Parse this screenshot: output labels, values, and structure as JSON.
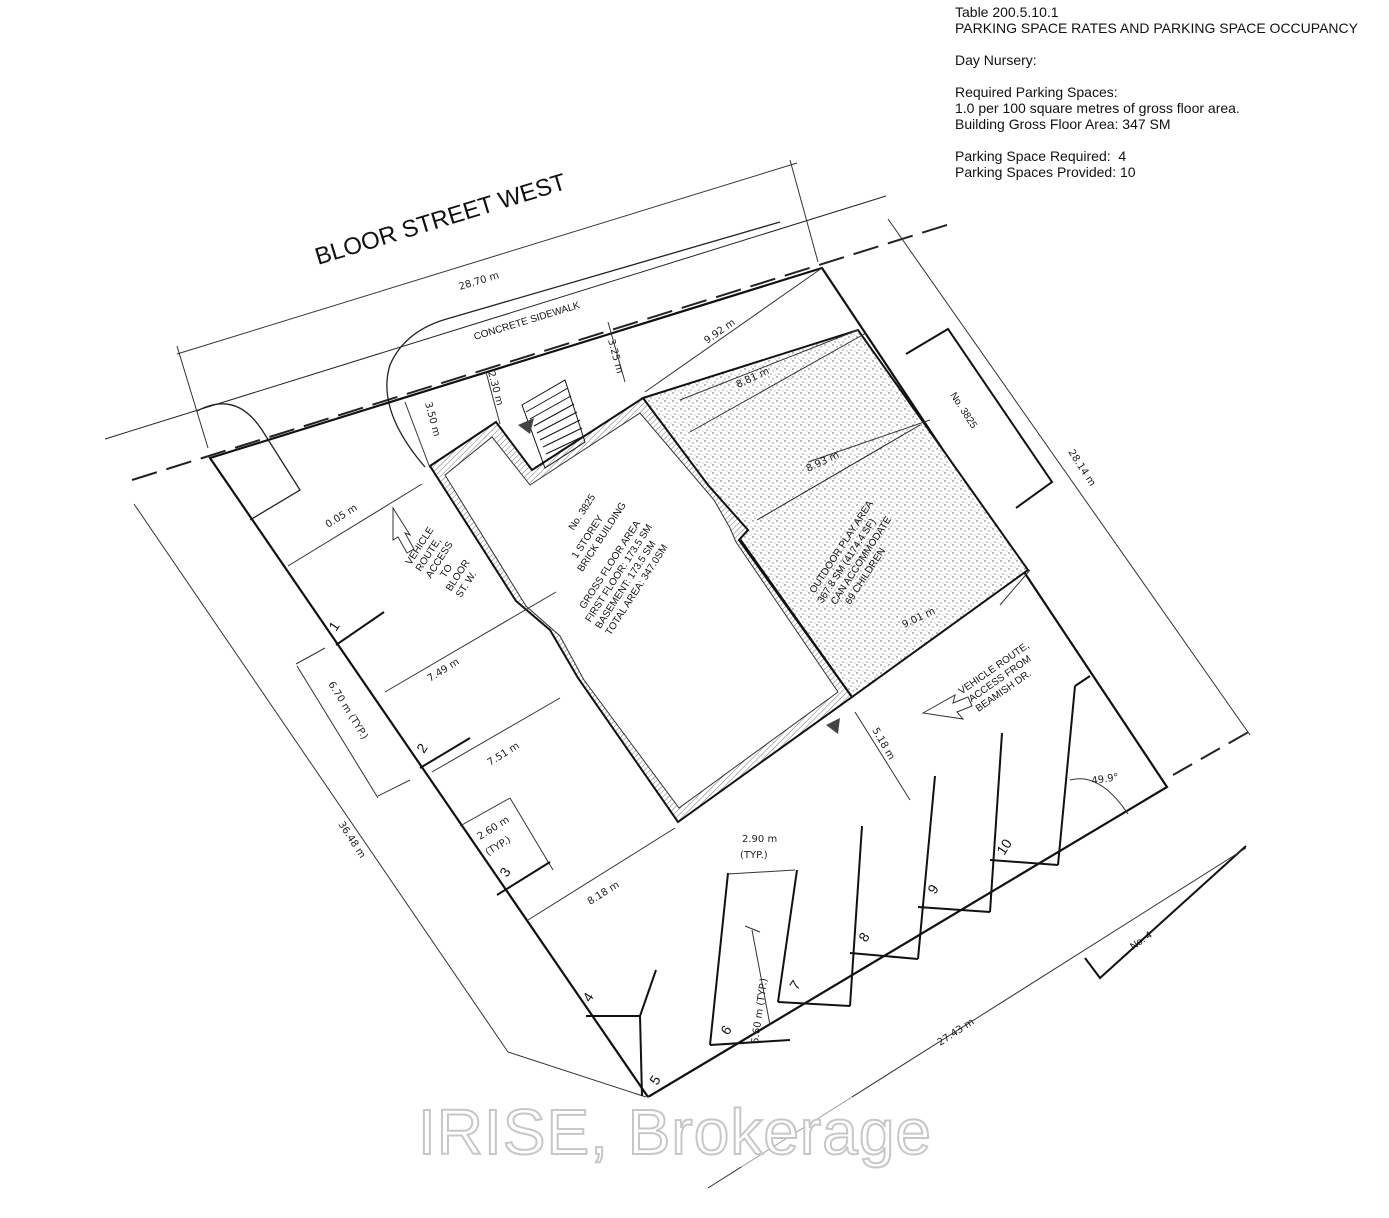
{
  "table_note": {
    "title": "Table 200.5.10.1",
    "subtitle": "PARKING SPACE RATES AND PARKING SPACE OCCUPANCY",
    "use": "Day Nursery:",
    "required_heading": "Required Parking Spaces:",
    "rate": "1.0 per 100 square metres of gross floor area.",
    "gfa": "Building Gross Floor Area: 347 SM",
    "spaces_required": "Parking Space Required:  4",
    "spaces_provided": "Parking Spaces Provided: 10"
  },
  "street": "BLOOR STREET WEST",
  "sidewalk": "CONCRETE SIDEWALK",
  "building": {
    "number": "No. 3825",
    "type": "1 STOREY",
    "material": "BRICK BUILDING",
    "gfa_heading": "GROSS FLOOR AREA",
    "first_floor": "FIRST FLOOR: 173.5 SM",
    "basement": "BASEMENT: 173.5 SM",
    "total": "TOTAL AREA: 347.0SM"
  },
  "play_area": {
    "line1": "OUTDOOR PLAY AREA",
    "line2": "367.8 SM (4174.4 SF)",
    "line3": "CAN ACCOMMODATE",
    "line4": "69 CHILDREN"
  },
  "vehicle_route_bloor": [
    "VEHICLE",
    "ROUTE,",
    "ACCESS",
    "TO",
    "BLOOR",
    "ST. W."
  ],
  "vehicle_route_beamish": [
    "VEHICLE ROUTE,",
    "ACCESS FROM",
    "BEAMISH DR."
  ],
  "neighbours": {
    "east": "No. 3825",
    "south": "No. 4"
  },
  "dimensions": {
    "frontage": "28.70 m",
    "east_side": "28.14 m",
    "west_side": "36.48 m",
    "rear": "27.43 m",
    "d_9_92": "9.92 m",
    "d_3_25": "3.25 m",
    "d_2_30": "2.30 m",
    "d_3_50": "3.50 m",
    "d_0_05": "0.05 m",
    "d_8_81": "8.81 m",
    "d_8_93": "8.93 m",
    "d_9_01": "9.01 m",
    "d_7_49": "7.49 m",
    "d_7_51": "7.51 m",
    "d_5_18": "5.18 m",
    "d_6_70": "6.70 m (TYP.)",
    "d_2_60": "2.60 m",
    "d_2_60_typ": "(TYP.)",
    "d_8_18": "8.18 m",
    "d_2_90": "2.90 m",
    "d_2_90_typ": "(TYP.)",
    "d_5_60": "5.60 m (TYP.)",
    "angle": "49.9°"
  },
  "parking_spaces": [
    "1",
    "2",
    "3",
    "4",
    "5",
    "6",
    "7",
    "8",
    "9",
    "10"
  ],
  "watermark": "IRISE, Brokerage"
}
